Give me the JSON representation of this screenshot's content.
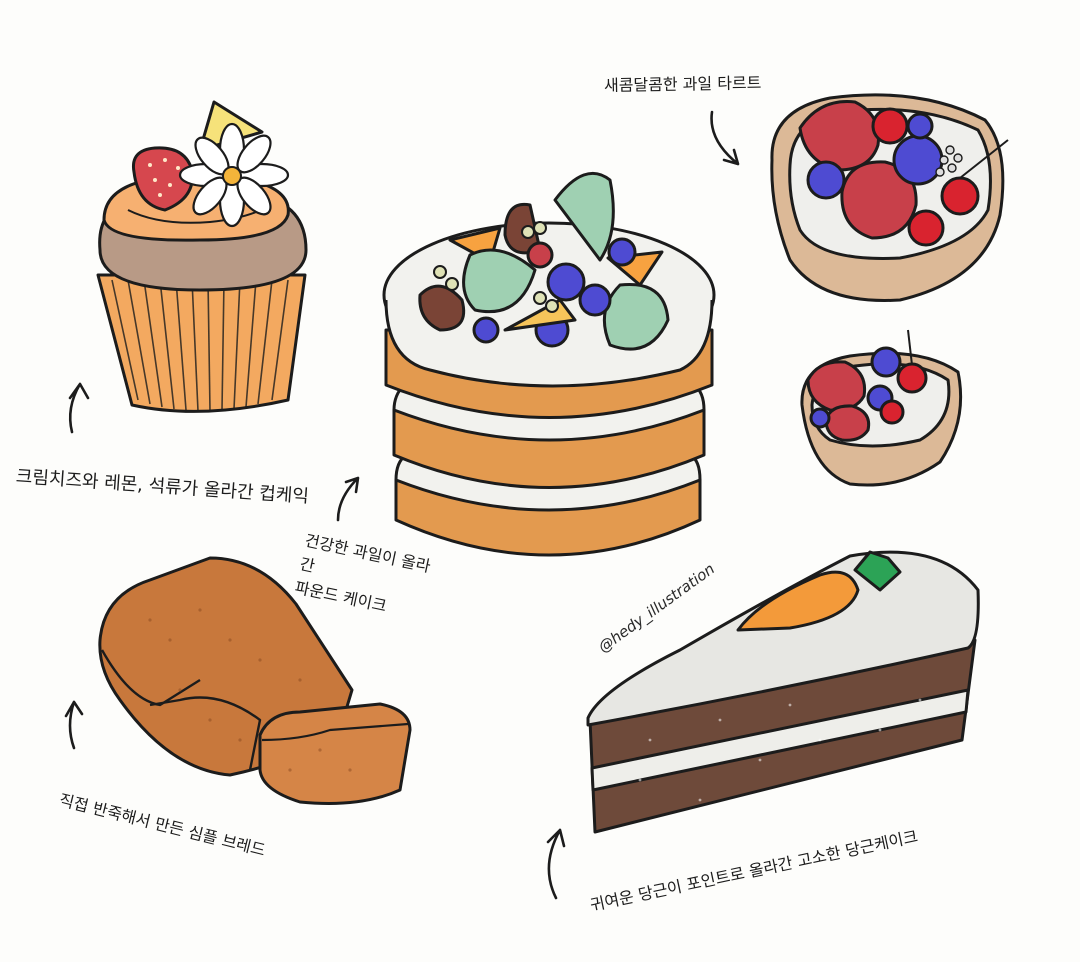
{
  "labels": {
    "cupcake": "크림치즈와 레몬, 석류가 올라간 컵케익",
    "pound_cake_line1": "건강한 과일이 올라간",
    "pound_cake_line2": "파운드 케이크",
    "fruit_tart": "새콤달콤한 과일 타르트",
    "bread": "직접 반죽해서 만든 심플 브레드",
    "carrot_cake": "귀여운 당근이 포인트로 올라간 고소한 당근케이크"
  },
  "signature": "@hedy_illustration",
  "colors": {
    "ink": "#1c1c1c",
    "sponge": "#e39a4f",
    "cream": "#f2f2ee",
    "cupcake_wrapper": "#f3a960",
    "tart_crust": "#dcb997",
    "bread": "#c8783c",
    "carrot_cake": "#6e4a3a",
    "carrot": "#f39a3a",
    "leaf": "#9fd0b2",
    "blueberry": "#4e4bd2",
    "raspberry": "#c8404a"
  }
}
